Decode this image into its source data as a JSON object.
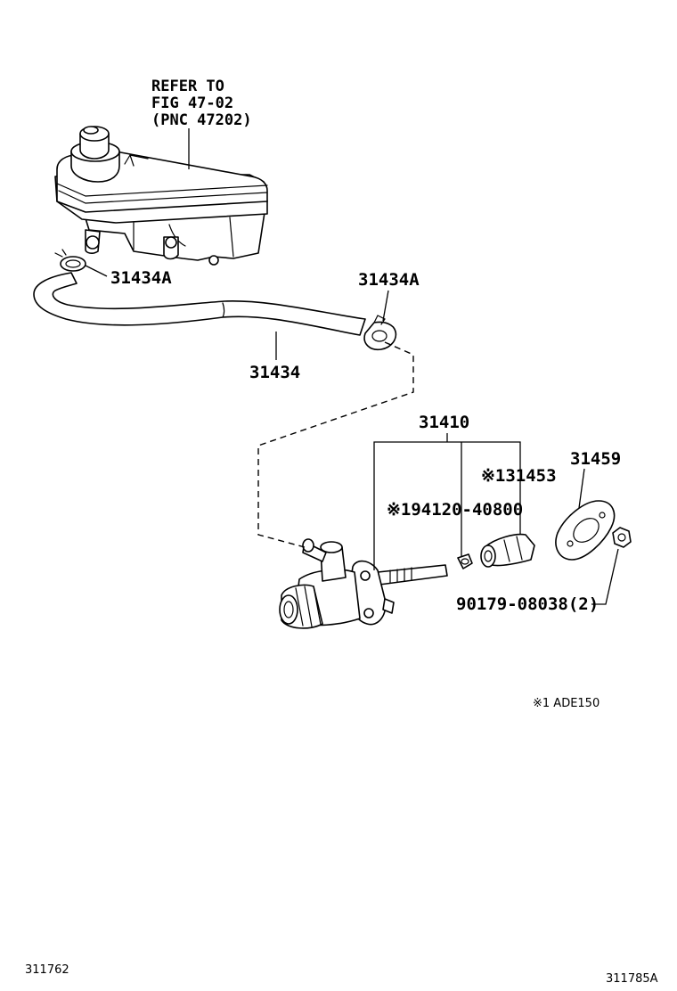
{
  "reference": {
    "line1": "REFER TO",
    "line2": "FIG 47-02",
    "line3": "(PNC 47202)"
  },
  "callouts": {
    "clip_upper": "31434A",
    "clip_right": "31434A",
    "hose": "31434",
    "cylinder_assy": "31410",
    "boot_kit": "※131453",
    "plug": "※194120-40800",
    "gasket": "31459",
    "nut": "90179-08038(2)"
  },
  "footnote": "※1 ADE150",
  "figure_ids": {
    "left": "311762",
    "right": "311785A"
  }
}
